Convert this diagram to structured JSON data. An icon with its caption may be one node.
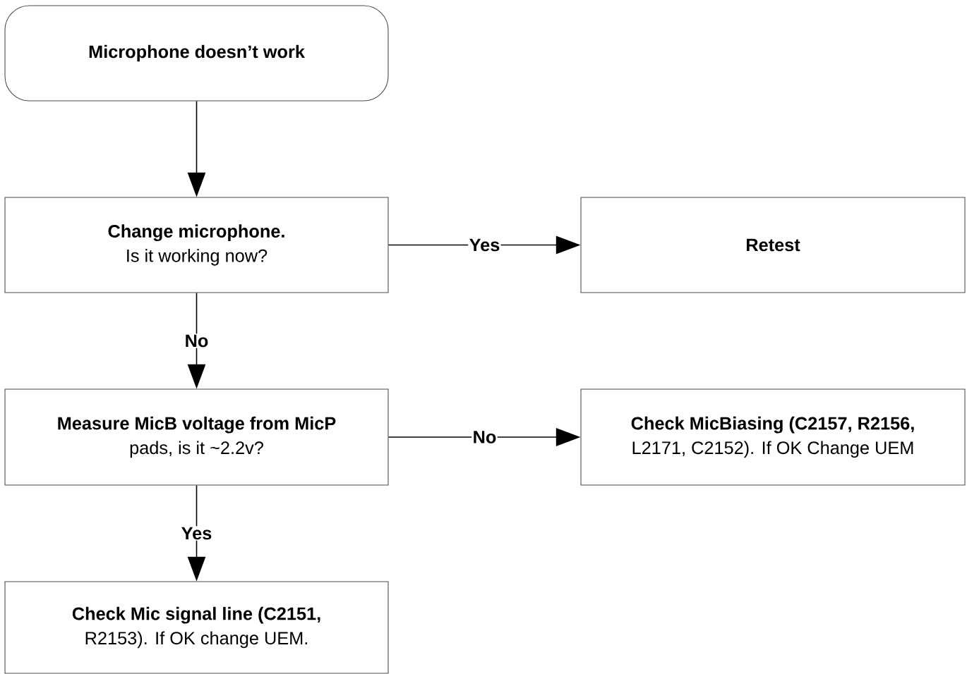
{
  "diagram": {
    "nodes": [
      {
        "text": [
          "Microphone doesn’t work"
        ]
      },
      {
        "text": [
          "Change microphone.",
          "Is it working now?"
        ]
      },
      {
        "text": [
          "Retest"
        ]
      },
      {
        "text": [
          "Measure MicB voltage from MicP",
          "pads, is it ~2.2v?"
        ]
      },
      {
        "text": [
          "Check MicBiasing (C2157, R2156,",
          "L2171, C2152). If OK Change UEM"
        ]
      },
      {
        "text": [
          "Check Mic signal line (C2151,",
          "R2153). If OK change UEM."
        ]
      }
    ],
    "edges": [
      {
        "from": 0,
        "to": 1,
        "arrow": "to"
      },
      {
        "from": 1,
        "to": 2,
        "arrow": "to",
        "label": "Yes"
      },
      {
        "from": 1,
        "to": 3,
        "arrow": "to",
        "label": "No"
      },
      {
        "from": 3,
        "to": 4,
        "arrow": "to",
        "label": "No"
      },
      {
        "from": 3,
        "to": 5,
        "arrow": "to",
        "label": "Yes"
      }
    ]
  }
}
